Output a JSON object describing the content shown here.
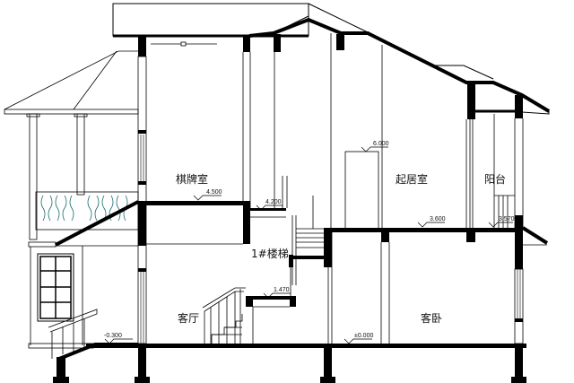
{
  "drawing": {
    "type": "building-section",
    "colors": {
      "line": "#000000",
      "background": "#ffffff",
      "baluster": "#1a6a6a"
    },
    "rooms": [
      {
        "id": "chess-room",
        "label": "棋牌室"
      },
      {
        "id": "living-room-upper",
        "label": "起居室"
      },
      {
        "id": "balcony",
        "label": "阳台"
      },
      {
        "id": "stair",
        "label": "1#楼梯"
      },
      {
        "id": "hall",
        "label": "客厅"
      },
      {
        "id": "guest-bedroom",
        "label": "客卧"
      }
    ],
    "elevations": [
      {
        "id": "elev-4500",
        "value": "4.500"
      },
      {
        "id": "elev-4200",
        "value": "4.200"
      },
      {
        "id": "elev-6000",
        "value": "6.000"
      },
      {
        "id": "elev-3600",
        "value": "3.600"
      },
      {
        "id": "elev-3570",
        "value": "3.570"
      },
      {
        "id": "elev-1470",
        "value": "1.470"
      },
      {
        "id": "elev-neg0300",
        "value": "-0.300"
      },
      {
        "id": "elev-0000",
        "value": "±0.000"
      }
    ]
  }
}
